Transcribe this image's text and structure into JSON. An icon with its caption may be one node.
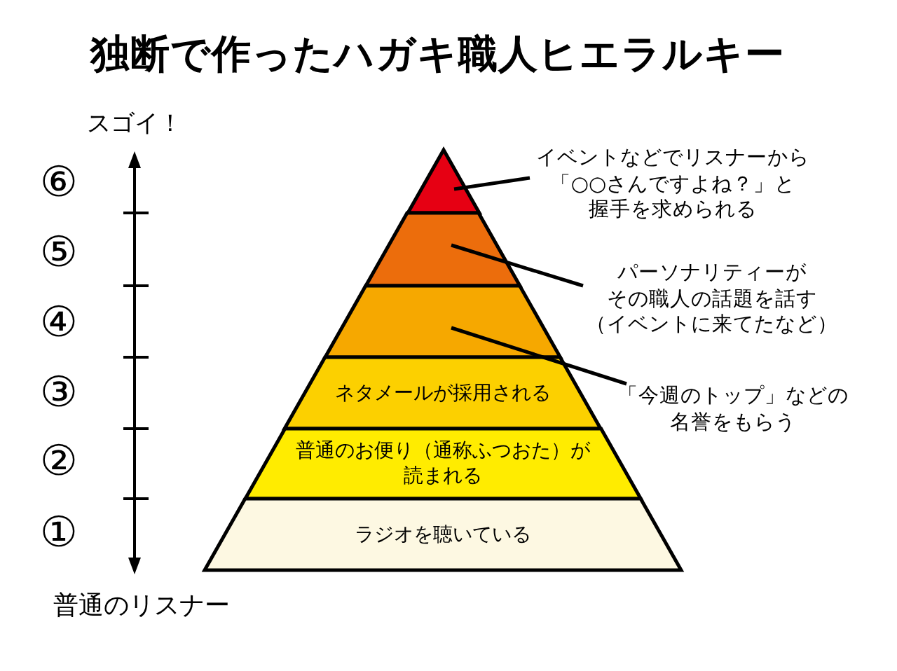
{
  "diagram": {
    "title": "独断で作ったハガキ職人ヒエラルキー",
    "nodes": [
      {
        "text": [],
        "shape": "triangle"
      },
      {
        "text": [
          "イベントなどでリスナーから「○○さんですよね？」と握手を求められる"
        ]
      },
      {
        "text": [],
        "shape": "trapezoid"
      },
      {
        "text": [
          "パーソナリティーがその職人の話題を話す（イベントに来てたなど）"
        ]
      },
      {
        "text": [],
        "shape": "trapezoid"
      },
      {
        "text": [
          "「今週のトップ」などの名誉をもらう"
        ]
      },
      {
        "text": [
          "ネタメールが採用される"
        ]
      },
      {
        "text": [
          "普通のお便り（通称ふつおた）が読まれる"
        ]
      },
      {
        "text": [
          "ラジオを聴いている"
        ]
      }
    ],
    "edges": [
      {
        "from": 1,
        "to": 0,
        "arrow": "none"
      },
      {
        "from": 3,
        "to": 2,
        "arrow": "none"
      },
      {
        "from": 5,
        "to": 4,
        "arrow": "none"
      }
    ],
    "labels": [
      "スゴイ！",
      "⑥",
      "⑤",
      "④",
      "③",
      "②",
      "①",
      "普通のリスナー"
    ]
  }
}
